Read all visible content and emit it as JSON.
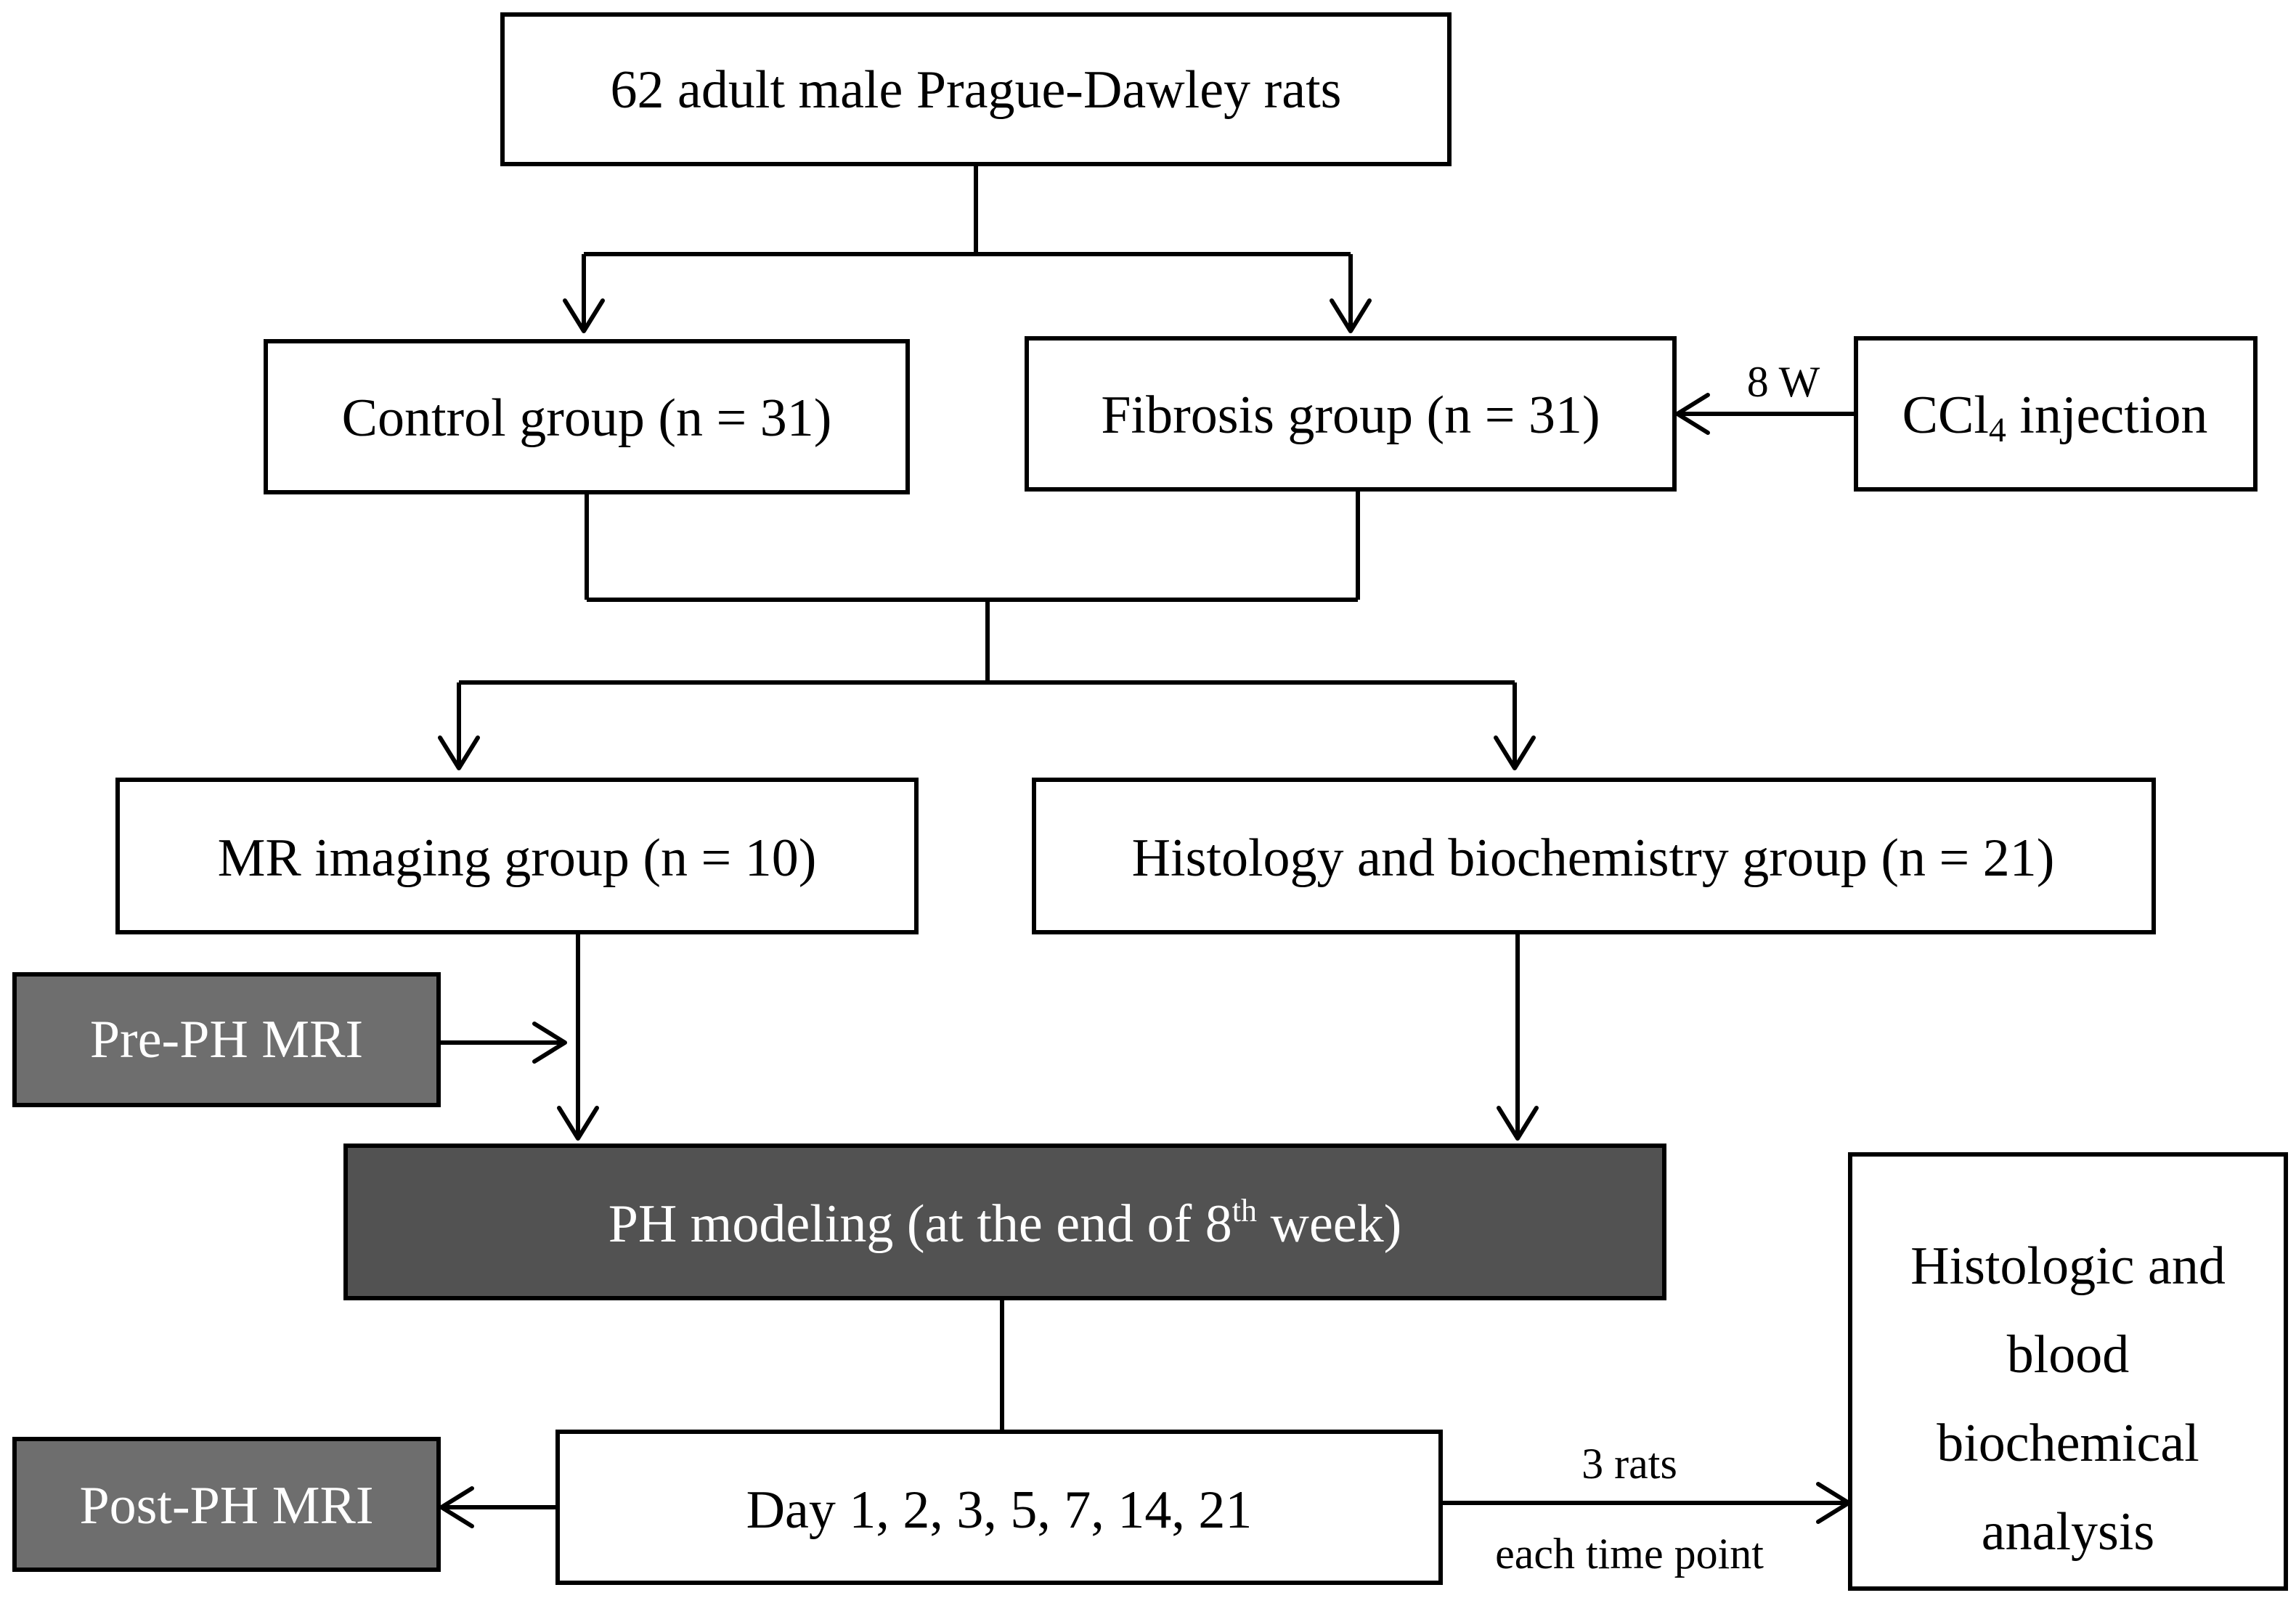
{
  "diagram": {
    "boxes": {
      "rats": {
        "label": "62 adult male Prague-Dawley rats"
      },
      "control": {
        "label": "Control group (n = 31)"
      },
      "fibrosis": {
        "label": "Fibrosis group (n = 31)"
      },
      "ccl4": {
        "prefix": "CCl",
        "sub": "4",
        "suffix": " injection"
      },
      "mr_imaging": {
        "label": "MR imaging group (n = 10)"
      },
      "histology_group": {
        "label": "Histology and biochemistry group (n = 21)"
      },
      "pre_ph_mri": {
        "label": "Pre-PH MRI"
      },
      "ph_modeling": {
        "prefix": "PH modeling (at the end of 8",
        "sup": "th",
        "suffix": " week)"
      },
      "days": {
        "label": "Day 1, 2, 3, 5, 7, 14, 21"
      },
      "post_ph_mri": {
        "label": "Post-PH MRI"
      },
      "analysis": {
        "lines": [
          "Histologic and",
          "blood",
          "biochemical",
          "analysis"
        ]
      }
    },
    "edge_labels": {
      "ccl4_duration": "8 W",
      "rats_per_timepoint_top": "3 rats",
      "rats_per_timepoint_bottom": "each time point"
    },
    "colors": {
      "box_fill": "#ffffff",
      "mri_box_fill": "#6e6e6e",
      "modeling_box_fill": "#525252",
      "stroke": "#000000",
      "light_text": "#ffffff"
    }
  }
}
